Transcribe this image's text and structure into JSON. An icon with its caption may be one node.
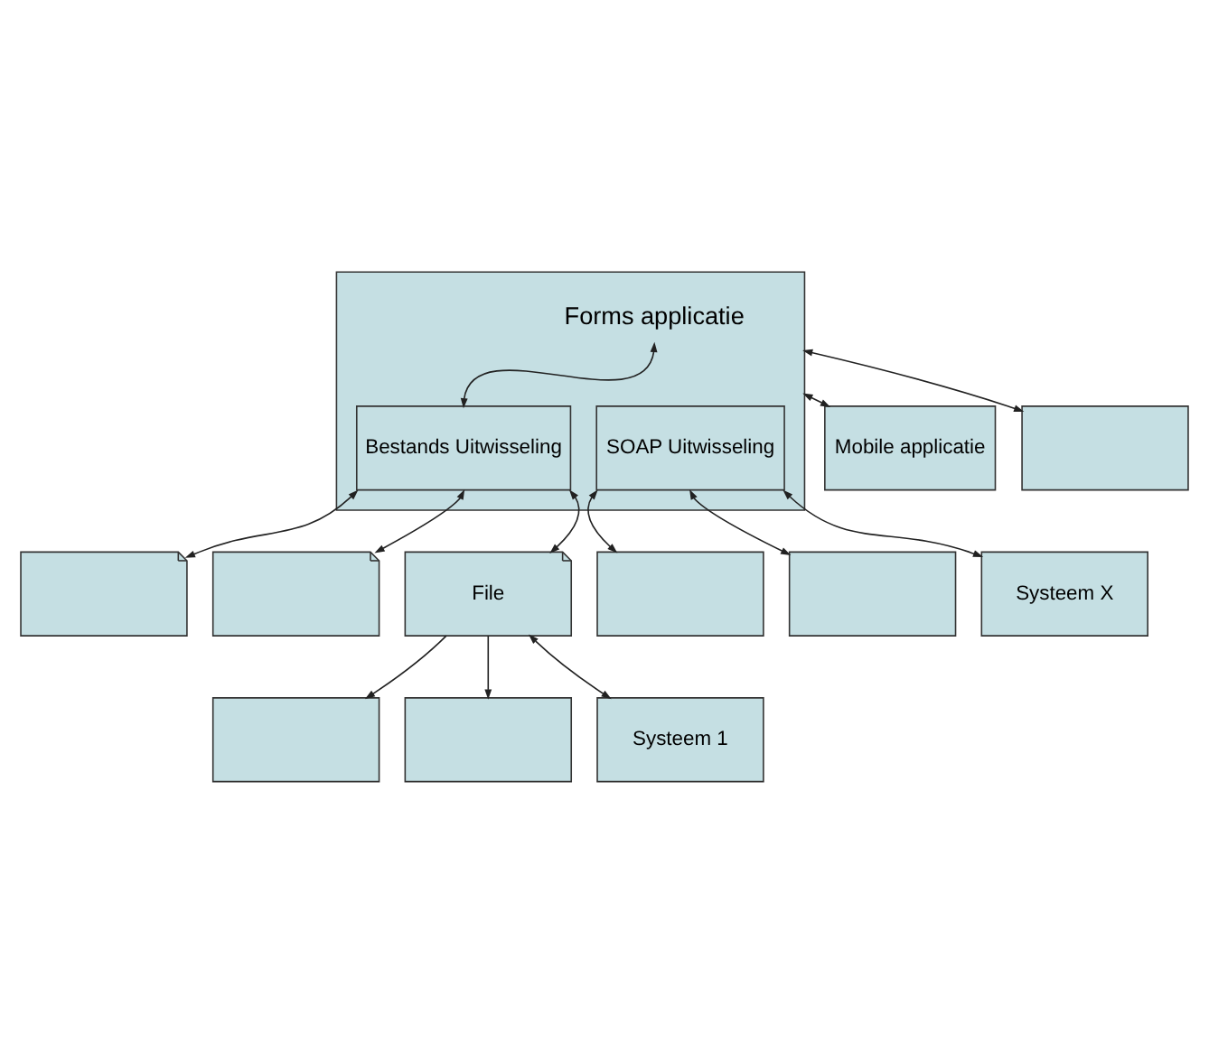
{
  "diagram": {
    "nodes": [
      {
        "text": [
          "Forms applicatie"
        ]
      },
      {
        "text": [
          "Bestands Uitwisseling"
        ],
        "in": 0
      },
      {
        "text": [
          "SOAP Uitwisseling"
        ],
        "in": 0
      },
      {
        "text": [
          "Mobile applicatie"
        ]
      },
      {
        "text": [],
        "shape": "box"
      },
      {
        "text": [],
        "shape": "document"
      },
      {
        "text": [],
        "shape": "document"
      },
      {
        "text": [
          "File"
        ]
      },
      {
        "text": [],
        "shape": "box"
      },
      {
        "text": [],
        "shape": "box"
      },
      {
        "text": [
          "Systeem 1"
        ]
      },
      {
        "text": [],
        "shape": "box"
      },
      {
        "text": [],
        "shape": "box"
      },
      {
        "text": [
          "Systeem X"
        ]
      }
    ],
    "edges": [
      {
        "from": 0,
        "to": 3,
        "arrow": "both"
      },
      {
        "from": 0,
        "to": 4,
        "arrow": "both"
      },
      {
        "from": 1,
        "to": 0,
        "arrow": "both"
      },
      {
        "from": 1,
        "to": 5,
        "arrow": "both"
      },
      {
        "from": 1,
        "to": 6,
        "arrow": "both"
      },
      {
        "from": 1,
        "to": 7,
        "arrow": "both"
      },
      {
        "from": 7,
        "to": 8,
        "arrow": "to"
      },
      {
        "from": 7,
        "to": 9,
        "arrow": "to"
      },
      {
        "from": 7,
        "to": 10,
        "arrow": "both"
      },
      {
        "from": 2,
        "to": 11,
        "arrow": "both"
      },
      {
        "from": 2,
        "to": 12,
        "arrow": "both"
      },
      {
        "from": 2,
        "to": 13,
        "arrow": "both"
      }
    ]
  }
}
